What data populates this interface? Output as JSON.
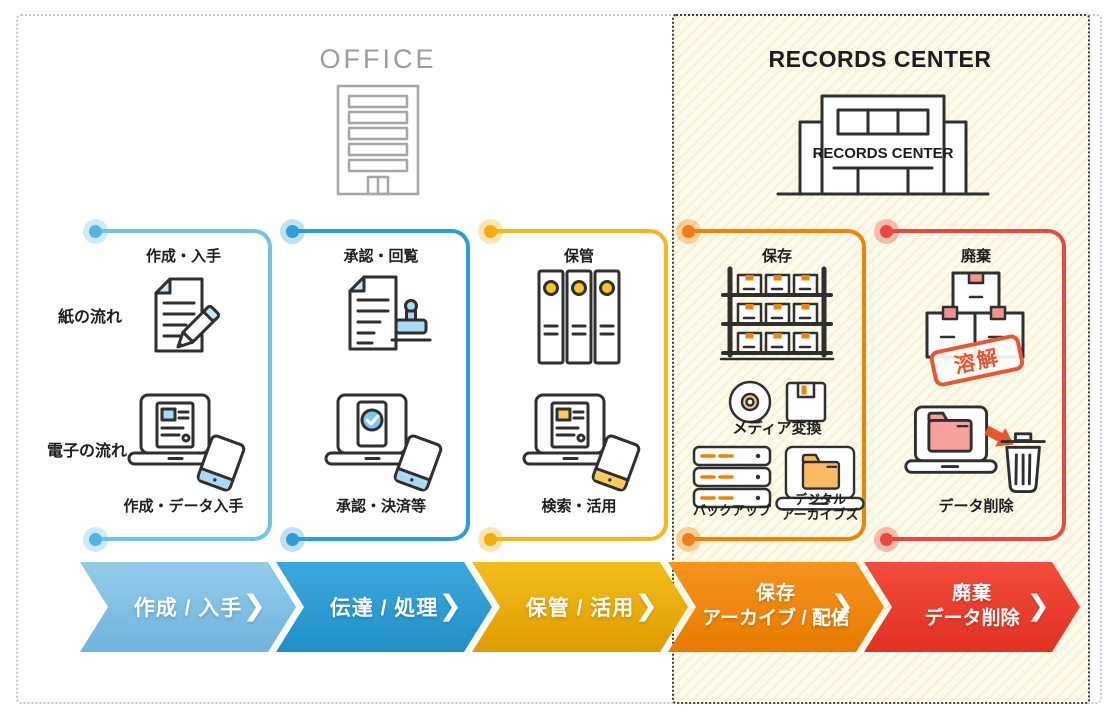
{
  "office": {
    "title": "OFFICE"
  },
  "records_center": {
    "title": "RECORDS CENTER",
    "building_sign": "RECORDS CENTER",
    "zone_bg": "#FCFAEE"
  },
  "flow_labels": {
    "paper": "紙の流れ",
    "digital": "電子の流れ"
  },
  "chevron_glyph": "❯",
  "columns": [
    {
      "stage": "create",
      "accent": "#6FC2EA",
      "paper_caption": "作成・入手",
      "digital_caption": "作成・データ入手"
    },
    {
      "stage": "approve",
      "accent": "#2E9CD6",
      "paper_caption": "承認・回覧",
      "digital_caption": "承認・決済等"
    },
    {
      "stage": "store",
      "accent": "#F6B41F",
      "paper_caption": "保管",
      "digital_caption": "検索・活用"
    },
    {
      "stage": "preserve",
      "accent": "#F08300",
      "paper_caption": "保存",
      "media_caption": "メディア変換",
      "backup_caption": "バックアップ",
      "archive_caption_line1": "デジタル",
      "archive_caption_line2": "アーカイブズ"
    },
    {
      "stage": "dispose",
      "accent": "#E9493C",
      "paper_caption": "廃棄",
      "stamp_text": "溶解",
      "digital_caption": "データ削除"
    }
  ],
  "arrows": [
    {
      "label": "作成 / 入手",
      "color": "#7FBEE3"
    },
    {
      "label": "伝達 / 処理",
      "color": "#2D9CD2"
    },
    {
      "label": "保管 / 活用",
      "color": "#E8AB0E"
    },
    {
      "label": "保存",
      "label2": "アーカイブ / 配信",
      "color": "#EE8710"
    },
    {
      "label": "廃棄",
      "label2": "データ削除",
      "color": "#E93D2E"
    }
  ]
}
